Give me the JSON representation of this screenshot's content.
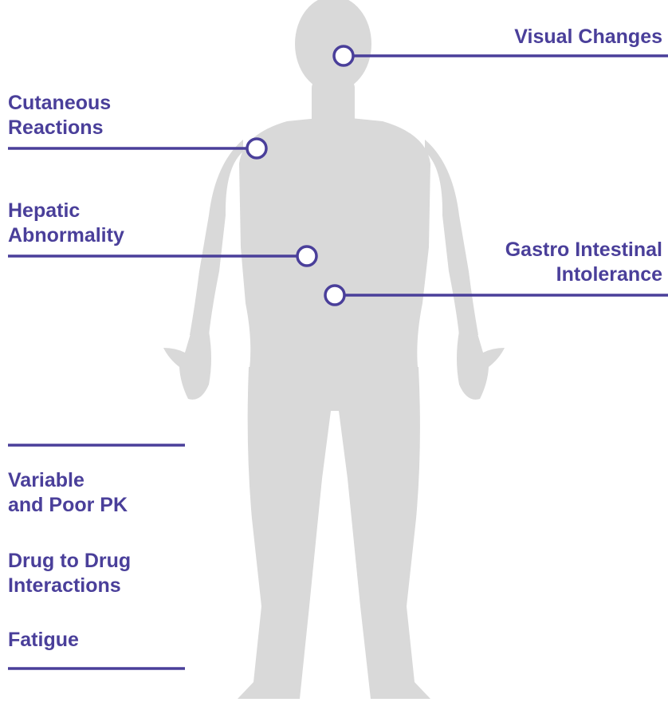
{
  "colors": {
    "accent": "#4a3f9a",
    "silhouette": "#d9d9d9",
    "background": "#ffffff"
  },
  "callouts": {
    "visual": {
      "line1": "Visual Changes"
    },
    "cutaneous": {
      "line1": "Cutaneous",
      "line2": "Reactions"
    },
    "hepatic": {
      "line1": "Hepatic",
      "line2": "Abnormality"
    },
    "gastro": {
      "line1": "Gastro Intestinal",
      "line2": "Intolerance"
    }
  },
  "systemic_list": {
    "items": [
      {
        "line1": "Variable",
        "line2": "and Poor PK"
      },
      {
        "line1": "Drug to Drug",
        "line2": "Interactions"
      },
      {
        "line1": "Fatigue"
      }
    ]
  }
}
